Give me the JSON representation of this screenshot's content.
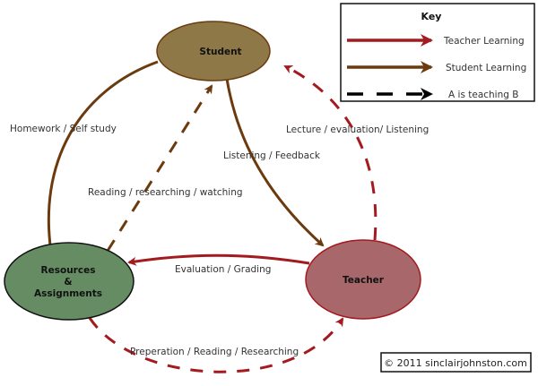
{
  "colors": {
    "teacher_learning": "#a31a1f",
    "student_learning": "#6b3a0e",
    "teaching_dash": "#000000",
    "student_fill": "#8f7848",
    "student_stroke": "#6b3a0e",
    "resources_fill": "#668c63",
    "resources_stroke": "#111111",
    "teacher_fill": "#a8676a",
    "teacher_stroke": "#a31a1f"
  },
  "nodes": {
    "student": "Student",
    "resources_line1": "Resources",
    "resources_line2": "&",
    "resources_line3": "Assignments",
    "teacher": "Teacher"
  },
  "edges": {
    "homework": "Homework / Self study",
    "reading": "Reading / researching / watching",
    "listening": "Listening / Feedback",
    "lecture": "Lecture / evaluation/ Listening",
    "evaluation": "Evaluation / Grading",
    "preperation": "Preperation / Reading / Researching"
  },
  "key": {
    "title": "Key",
    "items": [
      {
        "label": "Teacher Learning",
        "style": "solid-red"
      },
      {
        "label": "Student Learning",
        "style": "solid-brown"
      },
      {
        "label": "A is teaching B",
        "style": "dashed-black"
      }
    ]
  },
  "copyright": "© 2011 sinclairjohnston.com"
}
